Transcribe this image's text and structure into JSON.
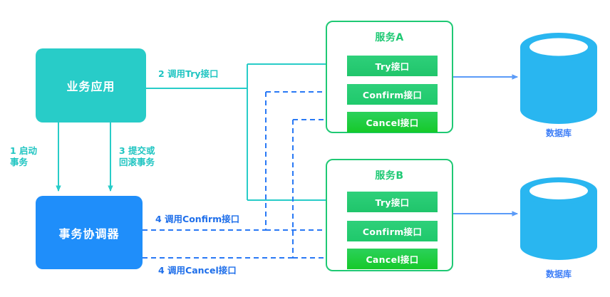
{
  "diagram": {
    "title_semantic": "TCC distributed transaction flow",
    "colors": {
      "teal": "#28CCC8",
      "blue": "#1F8EFA",
      "green_border": "#1FC974",
      "green_button": "#22C96E",
      "green_cancel": "#1BCB3A",
      "db_blue": "#29B6F0",
      "label_blue": "#1F6FEA",
      "arrow_blue": "#4E8EF7",
      "background": "#FFFFFF"
    }
  },
  "nodes": {
    "business_app": {
      "label": "业务应用"
    },
    "tx_coordinator": {
      "label": "事务协调器"
    },
    "service_a": {
      "title": "服务A",
      "apis": [
        {
          "label": "Try接口"
        },
        {
          "label": "Confirm接口"
        },
        {
          "label": "Cancel接口"
        }
      ]
    },
    "service_b": {
      "title": "服务B",
      "apis": [
        {
          "label": "Try接口"
        },
        {
          "label": "Confirm接口"
        },
        {
          "label": "Cancel接口"
        }
      ]
    },
    "database_a": {
      "label": "数据库"
    },
    "database_b": {
      "label": "数据库"
    }
  },
  "edges": {
    "start_tx": {
      "label": "1 启动\n事务"
    },
    "call_try": {
      "label": "2 调用Try接口"
    },
    "commit_or_rollback": {
      "label": "3 提交或\n回滚事务"
    },
    "call_confirm": {
      "label": "4 调用Confirm接口"
    },
    "call_cancel": {
      "label": "4 调用Cancel接口"
    }
  }
}
